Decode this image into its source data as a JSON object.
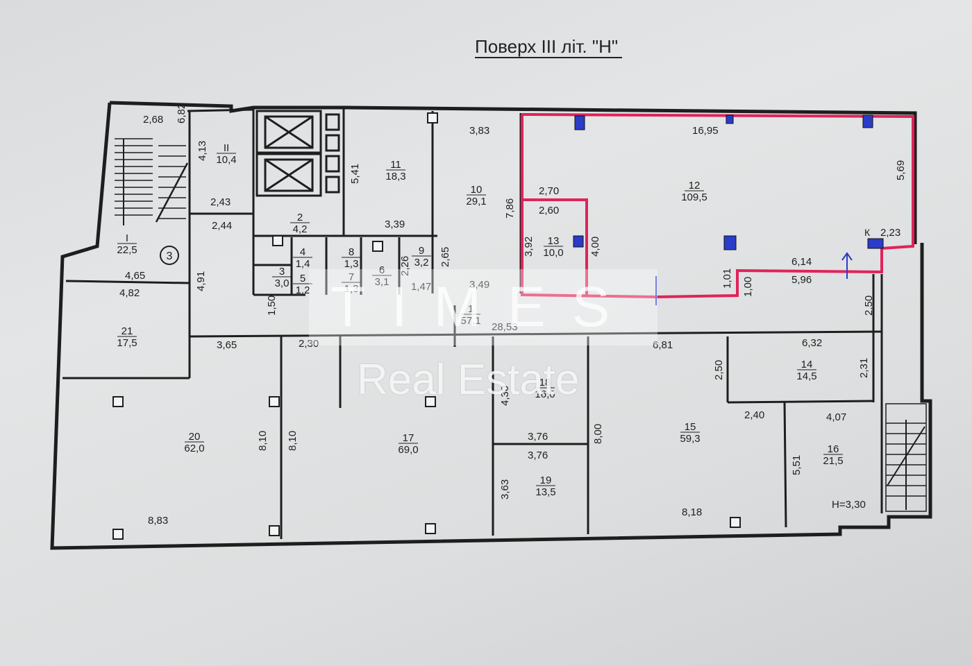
{
  "title": "Поверх III літ.  \"Н\"",
  "watermark": {
    "brand": "TIMES",
    "sub": "Real Estate"
  },
  "colors": {
    "highlight": "#e0235a",
    "wall": "#1e1e1e",
    "marker": "#2a3cc8"
  },
  "rooms": [
    {
      "num": "I",
      "area": "22,5"
    },
    {
      "num": "II",
      "area": "10,4"
    },
    {
      "num": "1",
      "area": "57,1"
    },
    {
      "num": "2",
      "area": "4,2"
    },
    {
      "num": "3",
      "area": "3,0"
    },
    {
      "num": "4",
      "area": "1,4"
    },
    {
      "num": "5",
      "area": "1,2"
    },
    {
      "num": "6",
      "area": "3,1"
    },
    {
      "num": "7",
      "area": "1,3"
    },
    {
      "num": "8",
      "area": "1,3"
    },
    {
      "num": "9",
      "area": "3,2"
    },
    {
      "num": "10",
      "area": "29,1"
    },
    {
      "num": "11",
      "area": "18,3"
    },
    {
      "num": "12",
      "area": "109,5"
    },
    {
      "num": "13",
      "area": "10,0"
    },
    {
      "num": "14",
      "area": "14,5"
    },
    {
      "num": "15",
      "area": "59,3"
    },
    {
      "num": "16",
      "area": "21,5"
    },
    {
      "num": "17",
      "area": "69,0"
    },
    {
      "num": "18",
      "area": "16,0"
    },
    {
      "num": "19",
      "area": "13,5"
    },
    {
      "num": "20",
      "area": "62,0"
    },
    {
      "num": "21",
      "area": "17,5"
    }
  ],
  "dimensions": [
    "2,68",
    "6,82",
    "4,13",
    "2,43",
    "2,44",
    "4,91",
    "4,65",
    "4,82",
    "1,50",
    "3,65",
    "2,30",
    "5,41",
    "3,39",
    "3,83",
    "7,86",
    "2,70",
    "2,60",
    "3,92",
    "4,00",
    "16,95",
    "5,69",
    "2,23",
    "6,14",
    "5,96",
    "1,01",
    "1,00",
    "2,50",
    "2,26",
    "2,65",
    "1,47",
    "3,49",
    "28,53",
    "6,81",
    "6,32",
    "2,50",
    "2,31",
    "2,40",
    "4,07",
    "8,10",
    "8,10",
    "4,30",
    "3,76",
    "3,76",
    "3,63",
    "8,00",
    "5,51",
    "8,83",
    "8,18"
  ],
  "height_note": "Н=3,30",
  "stair_marker": "3",
  "k_marker": "К"
}
